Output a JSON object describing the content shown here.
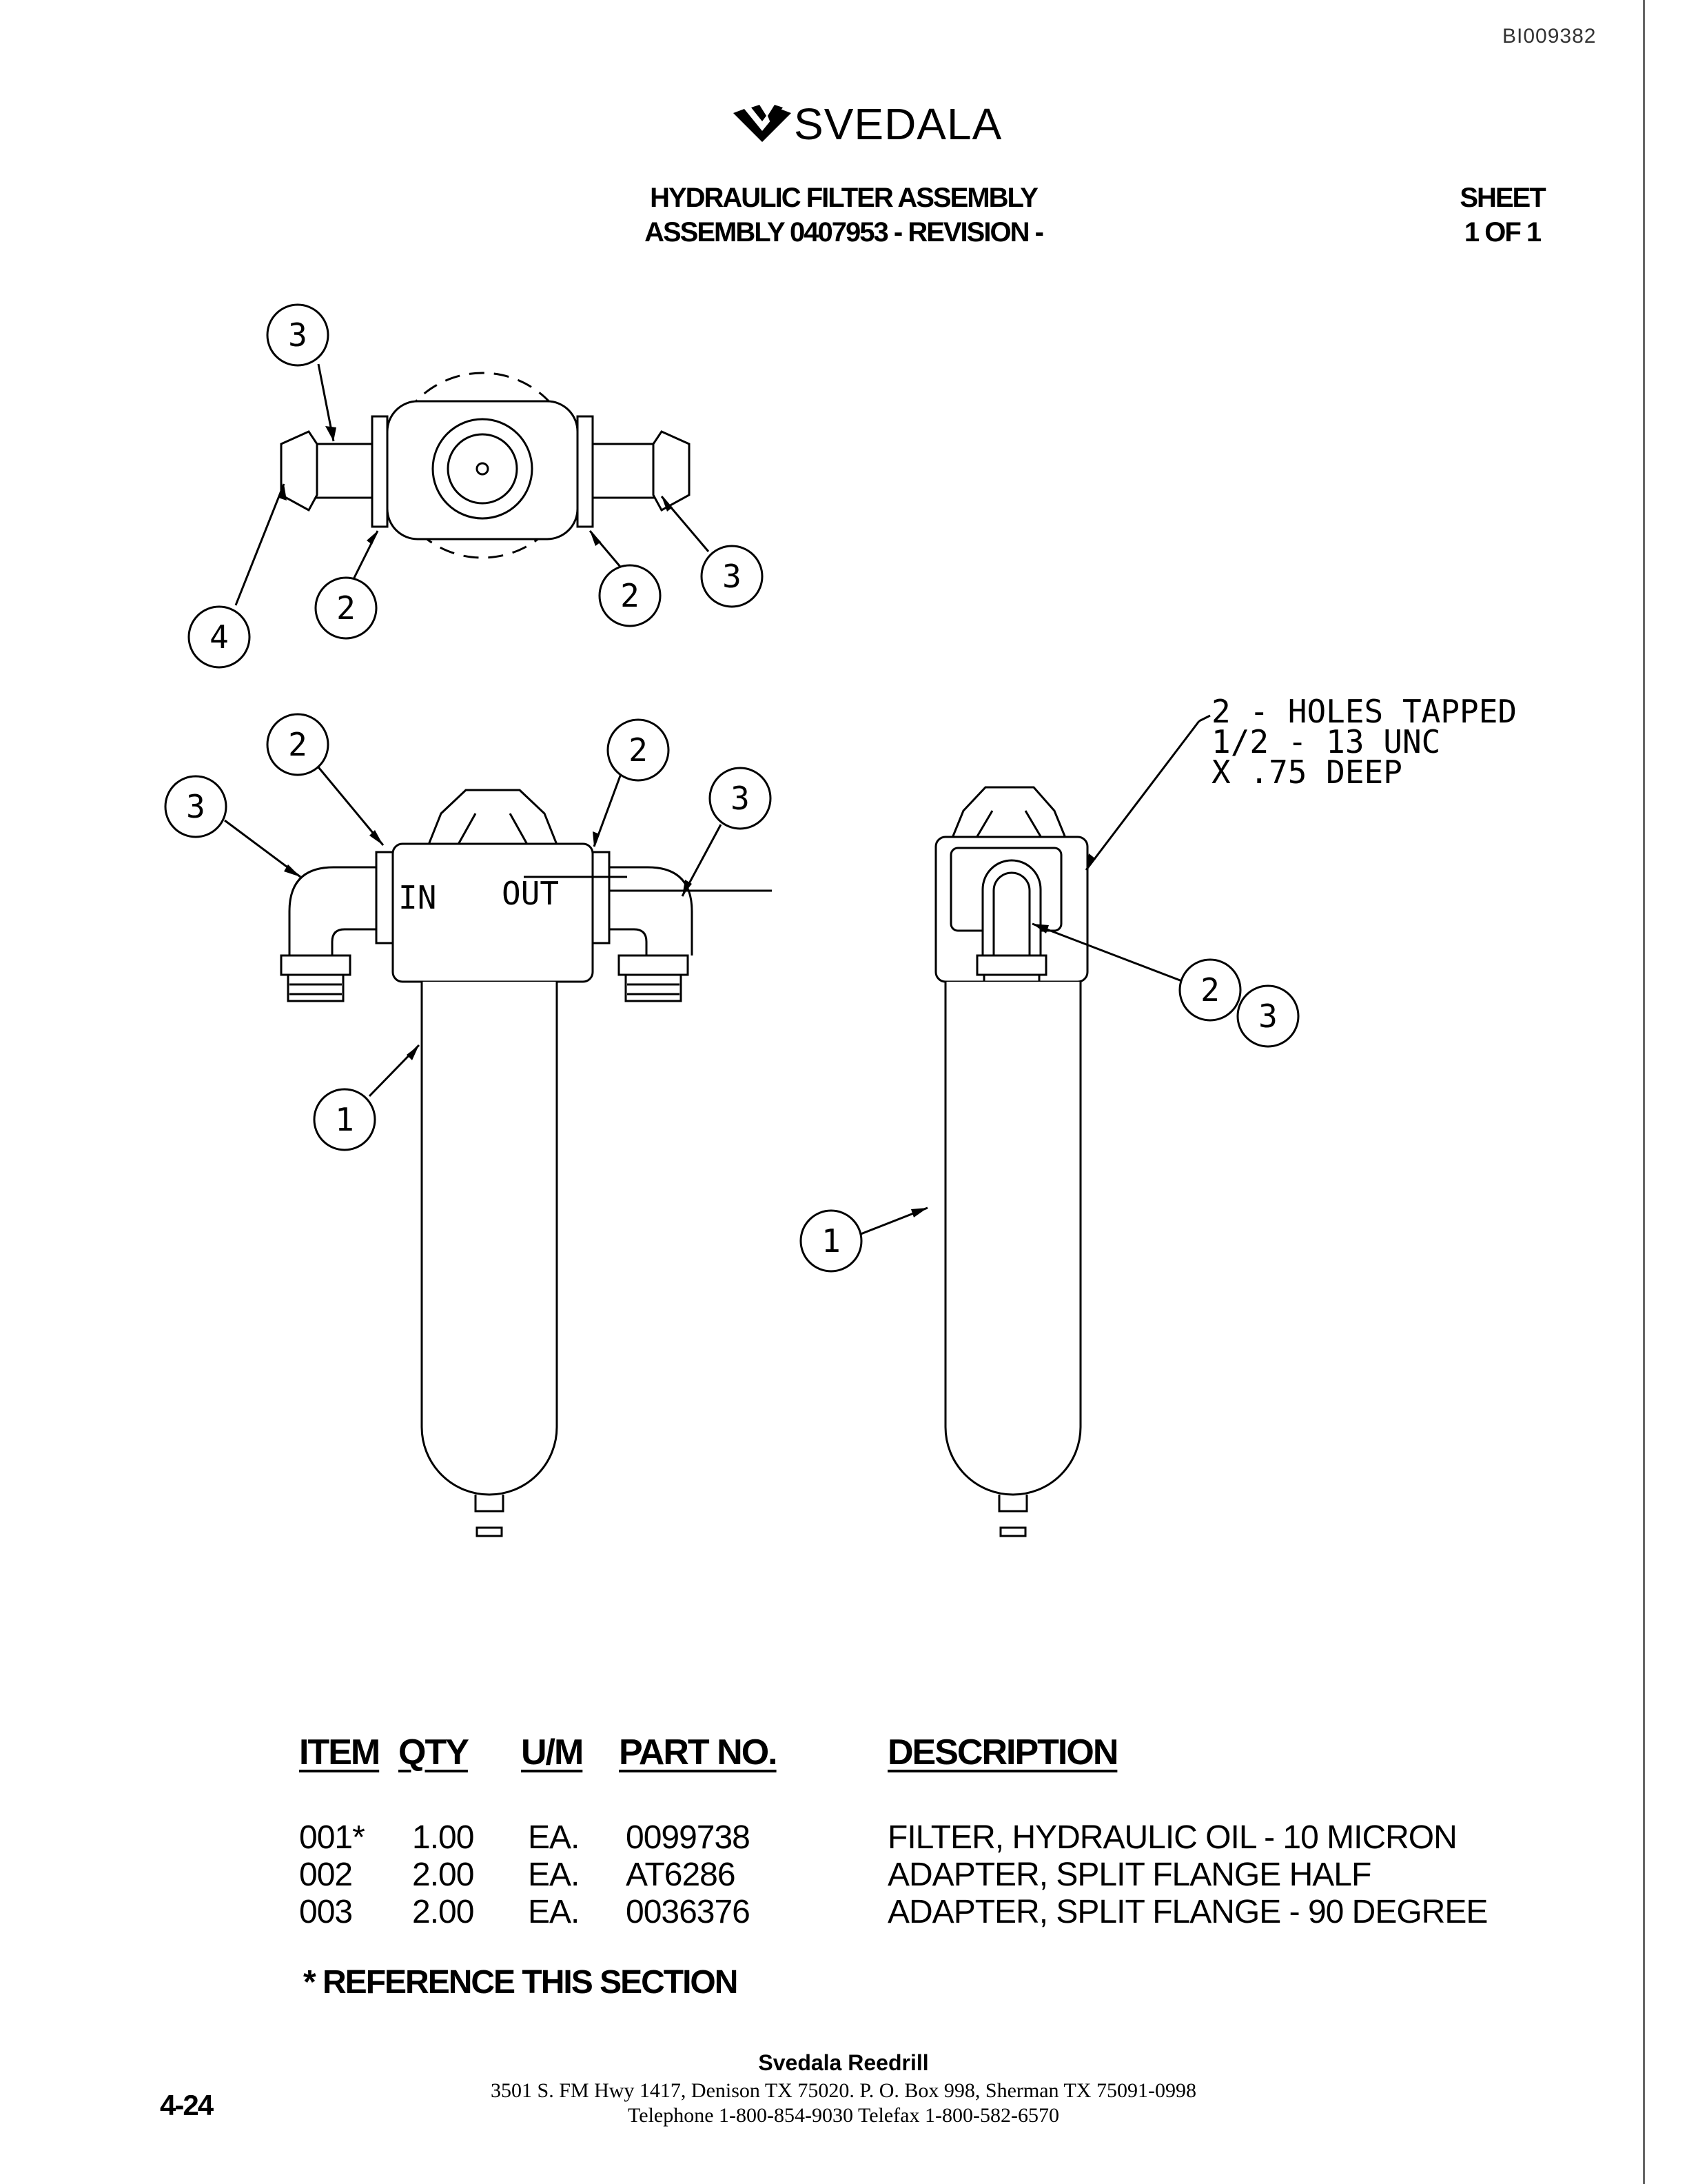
{
  "doc_id": "BI009382",
  "brand": {
    "name": "SVEDALA"
  },
  "title": {
    "line1": "HYDRAULIC FILTER ASSEMBLY",
    "line2": "ASSEMBLY 0407953 - REVISION -"
  },
  "sheet": {
    "line1": "SHEET",
    "line2": "1 OF 1"
  },
  "drawing": {
    "port_in": "IN",
    "port_out": "OUT",
    "note": [
      "2 - HOLES TAPPED",
      "1/2 - 13 UNC",
      "X .75 DEEP"
    ],
    "balloons": {
      "top_3a": "3",
      "top_3b": "3",
      "top_2a": "2",
      "top_2b": "2",
      "top_4": "4",
      "front_2a": "2",
      "front_2b": "2",
      "front_3a": "3",
      "front_3b": "3",
      "front_1": "1",
      "side_2": "2",
      "side_3": "3",
      "side_1": "1"
    }
  },
  "parts_table": {
    "headers": {
      "item": "ITEM",
      "qty": "QTY",
      "um": "U/M",
      "part_no": "PART NO.",
      "description": "DESCRIPTION"
    },
    "rows": [
      {
        "item": "001*",
        "qty": "1.00",
        "um": "EA.",
        "part_no": "0099738",
        "description": "FILTER, HYDRAULIC OIL - 10 MICRON"
      },
      {
        "item": "002",
        "qty": "2.00",
        "um": "EA.",
        "part_no": "AT6286",
        "description": "ADAPTER, SPLIT FLANGE HALF"
      },
      {
        "item": "003",
        "qty": "2.00",
        "um": "EA.",
        "part_no": "0036376",
        "description": "ADAPTER, SPLIT FLANGE - 90 DEGREE"
      }
    ],
    "reference_note": "* REFERENCE THIS SECTION"
  },
  "footer": {
    "company": "Svedala Reedrill",
    "address": "3501 S. FM Hwy 1417, Denison TX 75020.   P. O. Box 998, Sherman TX 75091-0998",
    "phone": "Telephone 1-800-854-9030 Telefax 1-800-582-6570",
    "page": "4-24"
  }
}
